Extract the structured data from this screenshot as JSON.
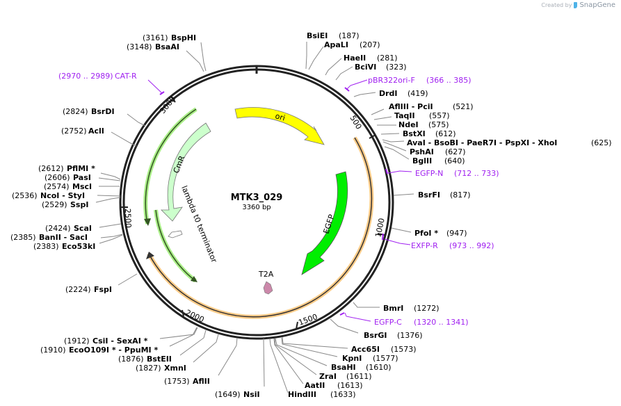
{
  "credit": {
    "prefix": "Created by",
    "brand": "SnapGene"
  },
  "plasmid": {
    "name": "MTK3_029",
    "length_label": "3360 bp",
    "length": 3360
  },
  "colors": {
    "ori": "#ffff00",
    "cmr": "#ccffcc",
    "egfp": "#00ee00",
    "t2a": "#cc88aa",
    "primer": "#a020f0",
    "orf_orange": "#ffcc88",
    "orf_green": "#aaee88"
  },
  "ticks": [
    {
      "label": "500"
    },
    {
      "label": "1000"
    },
    {
      "label": "1500"
    },
    {
      "label": "2000"
    },
    {
      "label": "2500"
    },
    {
      "label": "3000"
    }
  ],
  "features": [
    {
      "label": "ori",
      "type": "rep_origin"
    },
    {
      "label": "EGFP",
      "type": "CDS"
    },
    {
      "label": "CmR",
      "type": "CDS"
    },
    {
      "label": "lambda t0 terminator",
      "type": "terminator"
    },
    {
      "label": "T2A",
      "type": "misc"
    }
  ],
  "primers": [
    {
      "name": "CAT-R",
      "range": "(2970 .. 2989)"
    },
    {
      "name": "pBR322ori-F",
      "range": "(366 .. 385)"
    },
    {
      "name": "EGFP-N",
      "range": "(712 .. 733)"
    },
    {
      "name": "EXFP-R",
      "range": "(973 .. 992)"
    },
    {
      "name": "EGFP-C",
      "range": "(1320 .. 1341)"
    }
  ],
  "sites_right": [
    {
      "name": "BsiEI",
      "pos": "(187)"
    },
    {
      "name": "ApaLI",
      "pos": "(207)"
    },
    {
      "name": "HaeII",
      "pos": "(281)"
    },
    {
      "name": "BciVI",
      "pos": "(323)"
    },
    {
      "name": "DrdI",
      "pos": "(419)"
    },
    {
      "name": "AflIII   - PciI",
      "pos": "(521)"
    },
    {
      "name": "TaqII",
      "pos": "(557)"
    },
    {
      "name": "NdeI",
      "pos": "(575)"
    },
    {
      "name": "BstXI",
      "pos": "(612)"
    },
    {
      "name": "AvaI   - BsoBI   - PaeR7I   - PspXI   - XhoI",
      "pos": "(625)"
    },
    {
      "name": "PshAI",
      "pos": "(627)"
    },
    {
      "name": "BglII",
      "pos": "(640)"
    },
    {
      "name": "BsrFI",
      "pos": "(817)"
    },
    {
      "name": "PfoI *",
      "pos": "(947)"
    },
    {
      "name": "BmrI",
      "pos": "(1272)"
    },
    {
      "name": "BsrGI",
      "pos": "(1376)"
    },
    {
      "name": "Acc65I",
      "pos": "(1573)"
    },
    {
      "name": "KpnI",
      "pos": "(1577)"
    },
    {
      "name": "BsaHI",
      "pos": "(1610)"
    },
    {
      "name": "ZraI",
      "pos": "(1611)"
    },
    {
      "name": "AatII",
      "pos": "(1613)"
    },
    {
      "name": "HindIII",
      "pos": "(1633)"
    }
  ],
  "sites_left": [
    {
      "name": "BspHI",
      "pos": "(3161)"
    },
    {
      "name": "BsaAI",
      "pos": "(3148)"
    },
    {
      "name": "BsrDI",
      "pos": "(2824)"
    },
    {
      "name": "AclI",
      "pos": "(2752)"
    },
    {
      "name": "PflMI *",
      "pos": "(2612)"
    },
    {
      "name": "PasI",
      "pos": "(2606)"
    },
    {
      "name": "MscI",
      "pos": "(2574)"
    },
    {
      "name": "NcoI   - StyI",
      "pos": "(2536)"
    },
    {
      "name": "SspI",
      "pos": "(2529)"
    },
    {
      "name": "ScaI",
      "pos": "(2424)"
    },
    {
      "name": "BanII   - SacI",
      "pos": "(2385)"
    },
    {
      "name": "Eco53kI",
      "pos": "(2383)"
    },
    {
      "name": "FspI",
      "pos": "(2224)"
    },
    {
      "name": "CsiI   - SexAI *",
      "pos": "(1912)"
    },
    {
      "name": "EcoO109I *   - PpuMI *",
      "pos": "(1910)"
    },
    {
      "name": "BstEII",
      "pos": "(1876)"
    },
    {
      "name": "XmnI",
      "pos": "(1827)"
    },
    {
      "name": "AflII",
      "pos": "(1753)"
    },
    {
      "name": "NsiI",
      "pos": "(1649)"
    }
  ]
}
